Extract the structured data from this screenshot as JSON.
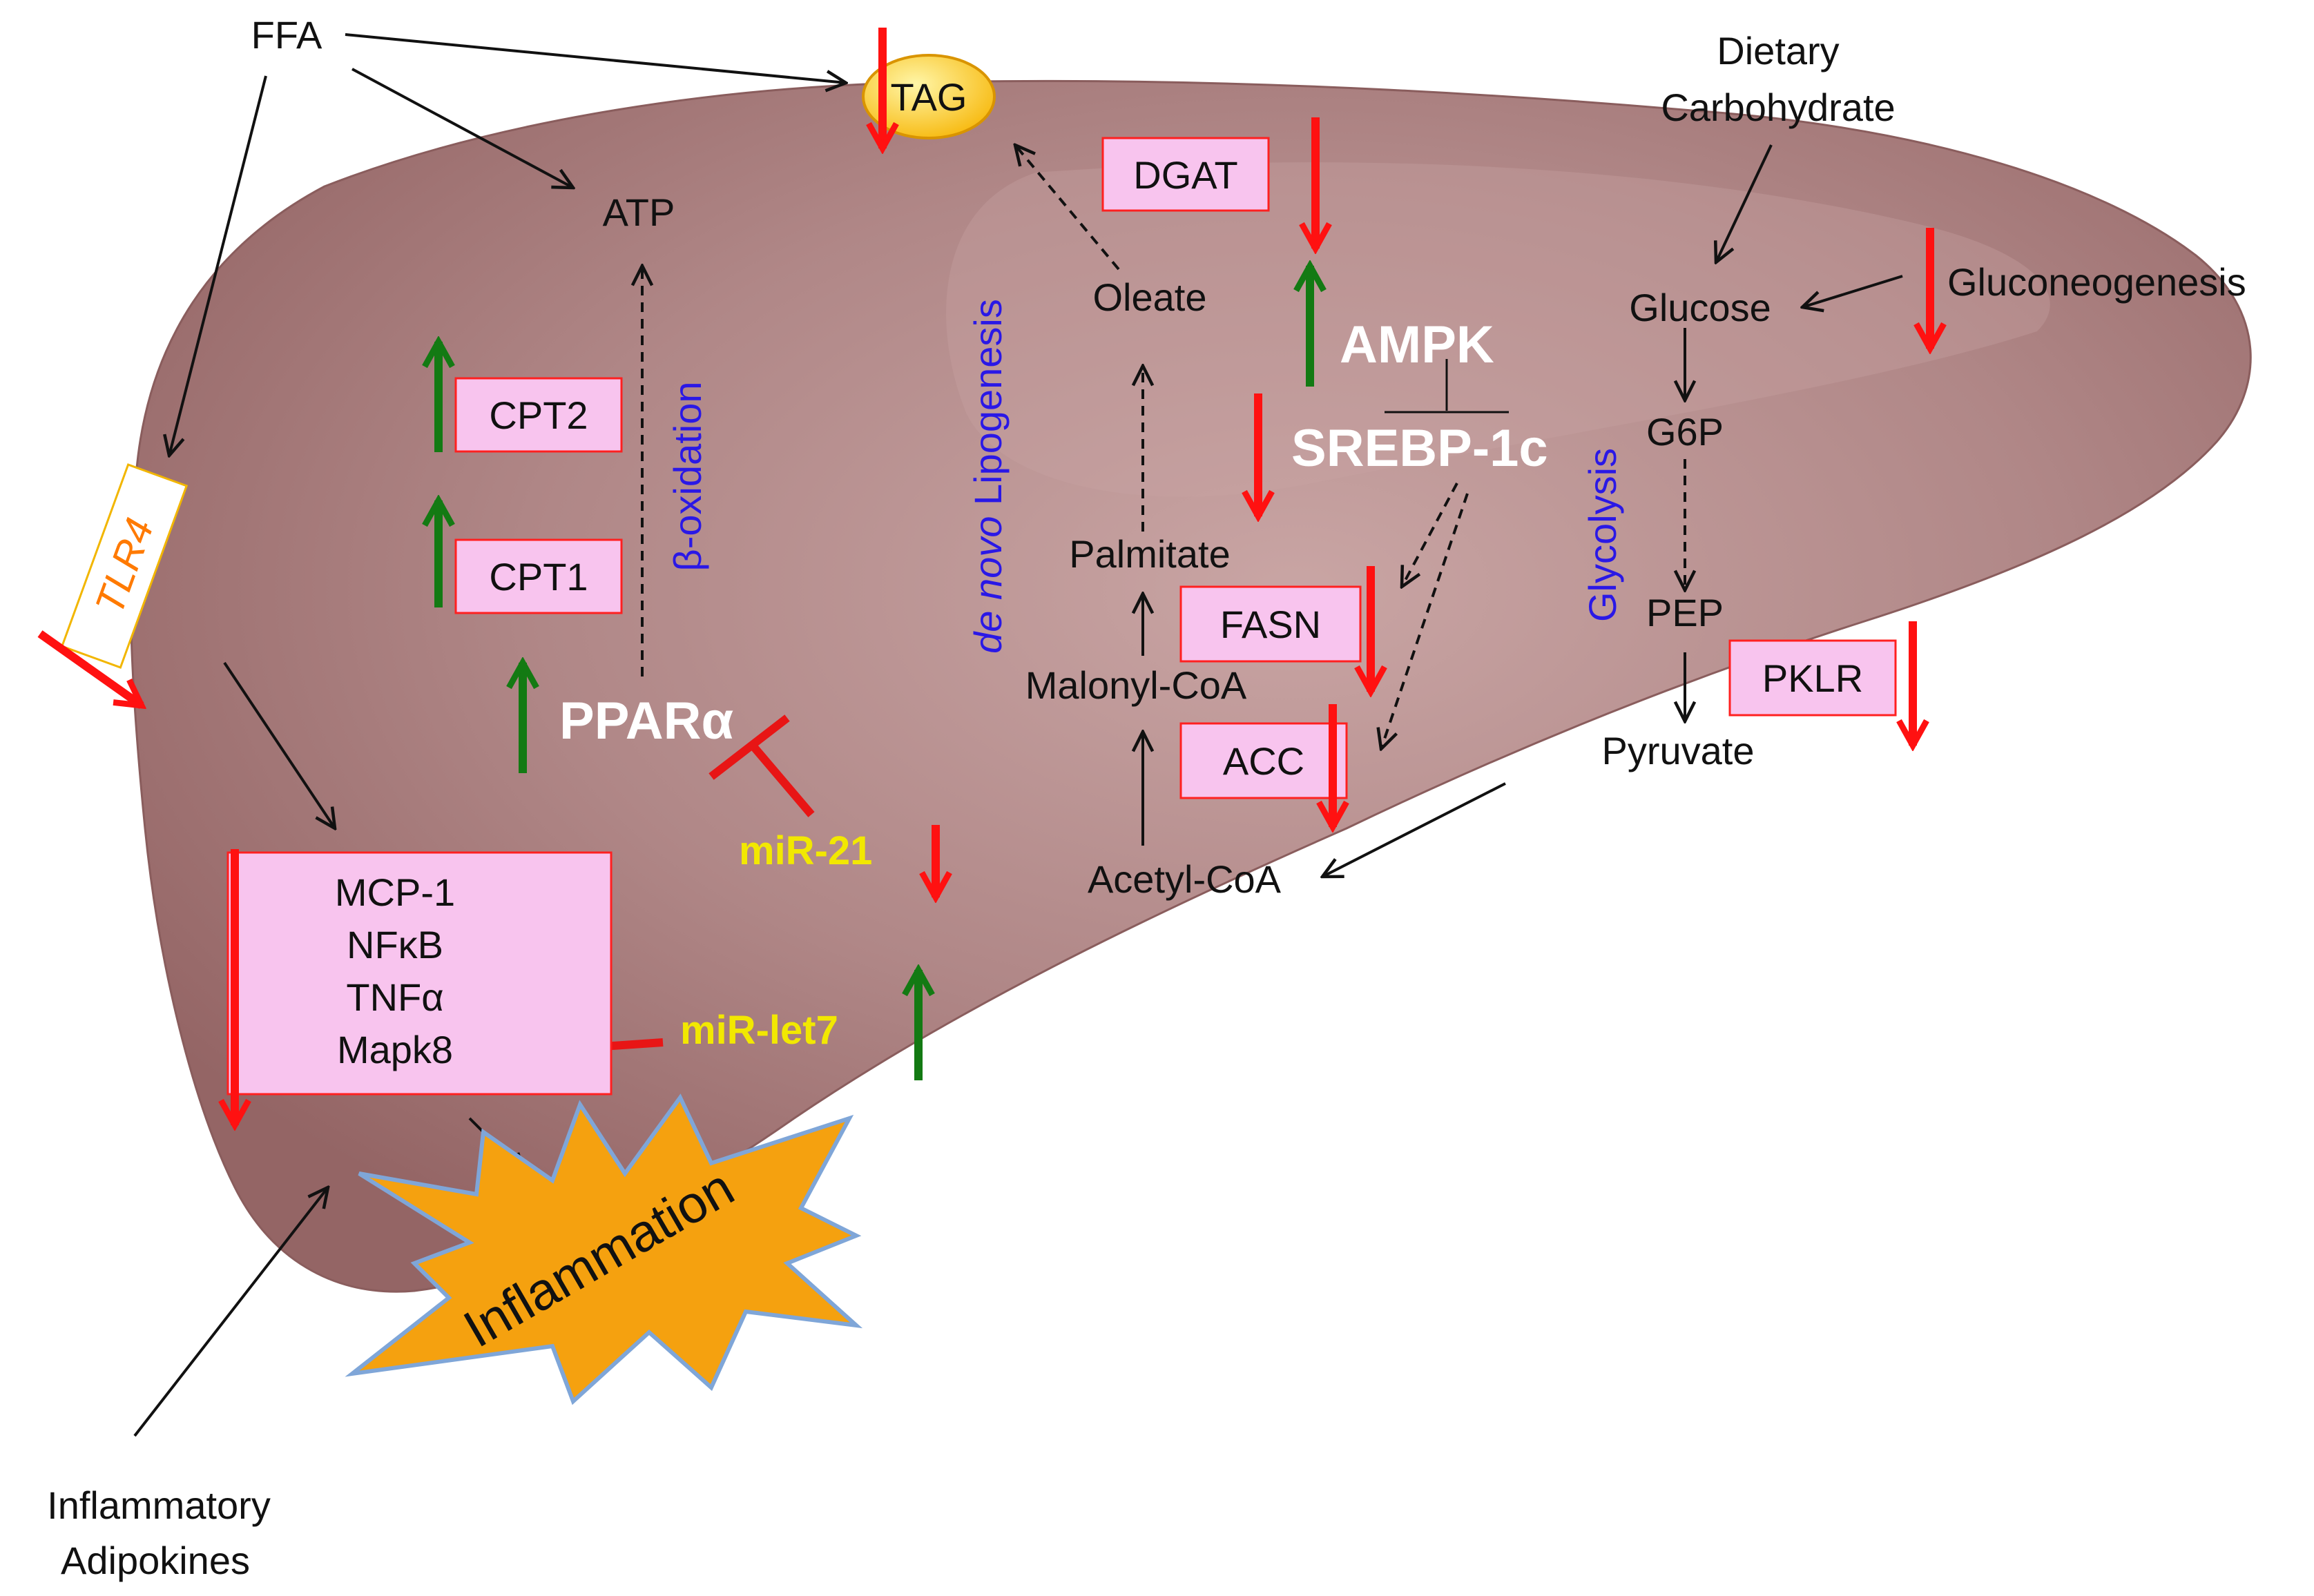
{
  "colors": {
    "liver": "#a77a7b",
    "box_fill": "#f8c4ee",
    "box_border": "#ff2020",
    "down_arrow": "#ff1111",
    "up_arrow": "#137a13",
    "inflammation_fill": "#f5a10f",
    "inflammation_border": "#7fa6d8",
    "tag_fill": "#ffd23c",
    "process_text": "#2a18e6",
    "mirna_text": "#f2e800",
    "tlr4_text": "#ff7a00"
  },
  "labels": {
    "ffa": "FFA",
    "tag": "TAG",
    "atp": "ATP",
    "dietary_carbohydrate_line1": "Dietary",
    "dietary_carbohydrate_line2": "Carbohydrate",
    "gluconeogenesis": "Gluconeogenesis",
    "glucose": "Glucose",
    "g6p": "G6P",
    "pep": "PEP",
    "pyruvate": "Pyruvate",
    "oleate": "Oleate",
    "palmitate": "Palmitate",
    "malonyl_coa": "Malonyl-CoA",
    "acetyl_coa": "Acetyl-CoA",
    "inflammatory_adipokines_line1": "Inflammatory",
    "inflammatory_adipokines_line2": "Adipokines",
    "tlr4": "TLR4"
  },
  "processes": {
    "beta_oxidation": "β-oxidation",
    "de_novo_prefix": "de novo",
    "lipogenesis": " Lipogenesis",
    "glycolysis": "Glycolysis"
  },
  "regulators": {
    "ampk": "AMPK",
    "srebp1c": "SREBP-1c",
    "ppara": "PPARα",
    "mir21": "miR-21",
    "mirlet7": "miR-let7"
  },
  "gene_boxes": {
    "dgat": "DGAT",
    "cpt2": "CPT2",
    "cpt1": "CPT1",
    "fasn": "FASN",
    "acc": "ACC",
    "pklr": "PKLR"
  },
  "inflammatory_genes": [
    "MCP-1",
    "NFκB",
    "TNFα",
    "Mapk8"
  ],
  "inflammation_label": "Inflammation"
}
